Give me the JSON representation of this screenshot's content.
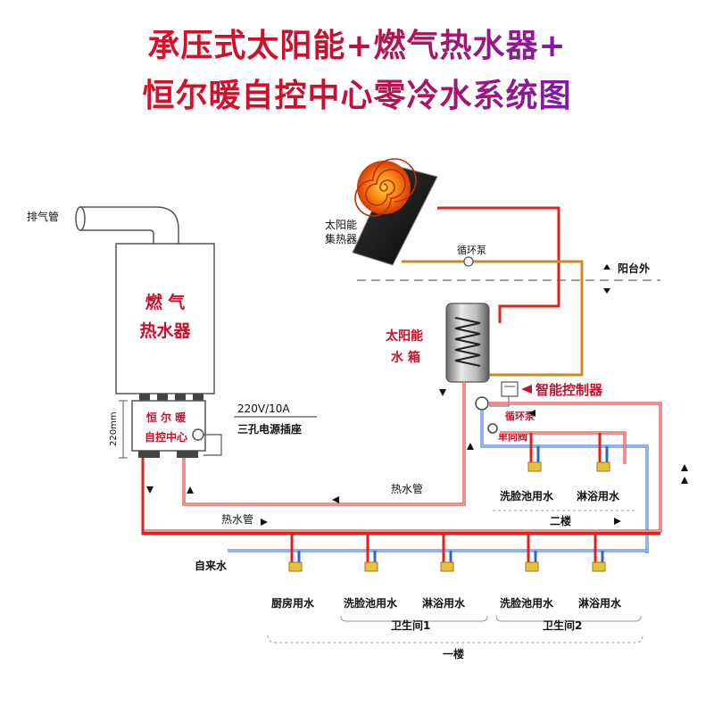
{
  "title_line1": "承压式太阳能+燃气热水器+",
  "title_line2": "恒尔暖自控中心零冷水系统图",
  "labels": {
    "exhaust": "排气管",
    "heater_l1": "燃 气",
    "heater_l2": "热水器",
    "control_l1": "恒 尔 暖",
    "control_l2": "自控中心",
    "height": "220mm",
    "power_l1": "220V/10A",
    "power_l2": "三孔电源插座",
    "collector_l1": "太阳能",
    "collector_l2": "集热器",
    "pump_top": "循环泵",
    "balcony": "阳台外",
    "tank_l1": "太阳能",
    "tank_l2": "水  箱",
    "smart_ctrl": "智能控制器",
    "pump_mid": "循环泵",
    "check_valve": "单向阀",
    "hot_pipe_mid": "热水管",
    "hot_pipe_low": "热水管",
    "cold_in": "自来水",
    "f2_basin": "洗脸池用水",
    "f2_shower": "淋浴用水",
    "floor2": "二楼",
    "f1_kitchen": "厨房用水",
    "f1_basin1": "洗脸池用水",
    "f1_shower1": "淋浴用水",
    "f1_basin2": "洗脸池用水",
    "f1_shower2": "淋浴用水",
    "bath1": "卫生间1",
    "bath2": "卫生间2",
    "floor1": "一楼"
  },
  "colors": {
    "hot": "#e0201c",
    "cold": "#2b63d9",
    "loop": "#c98a2a",
    "accent": "#c8102e"
  }
}
